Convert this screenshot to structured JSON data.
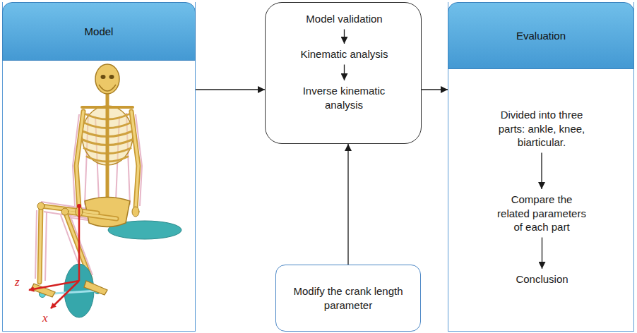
{
  "diagram": {
    "nodes": [
      {
        "text": [
          "Model"
        ]
      },
      {
        "text": []
      },
      {
        "text": [
          "Model validation"
        ],
        "in": 1
      },
      {
        "text": [
          "Kinematic analysis"
        ],
        "in": 1
      },
      {
        "text": [
          "Inverse kinematic analysis"
        ],
        "in": 1
      },
      {
        "text": [
          "Modify the crank length parameter"
        ]
      },
      {
        "text": [
          "Evaluation"
        ]
      },
      {
        "text": [
          "Divided into three parts: ankle, knee, biarticular."
        ],
        "in": 6
      },
      {
        "text": [
          "Compare the related parameters of each part"
        ],
        "in": 6
      },
      {
        "text": [
          "Conclusion"
        ],
        "in": 6
      }
    ],
    "edges": [
      {
        "from": 0,
        "to": 1,
        "arrow": "to"
      },
      {
        "from": 1,
        "to": 6,
        "arrow": "to"
      },
      {
        "from": 5,
        "to": 1,
        "arrow": "to"
      },
      {
        "from": 2,
        "to": 3,
        "arrow": "to"
      },
      {
        "from": 3,
        "to": 4,
        "arrow": "to"
      },
      {
        "from": 7,
        "to": 8,
        "arrow": "to"
      },
      {
        "from": 8,
        "to": 9,
        "arrow": "to"
      }
    ],
    "labels": [
      "z",
      "x"
    ]
  }
}
